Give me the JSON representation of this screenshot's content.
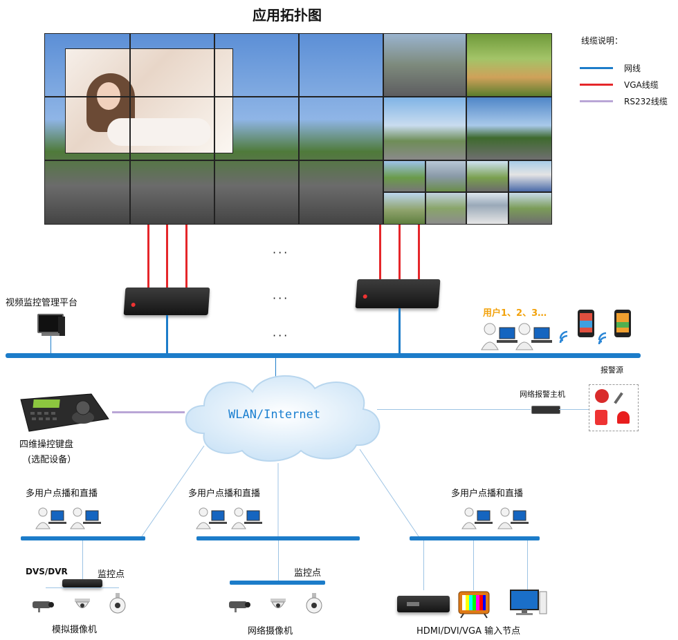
{
  "title": "应用拓扑图",
  "legend": {
    "heading": "线缆说明：",
    "items": [
      {
        "label": "网线",
        "color": "#1c7cc9"
      },
      {
        "label": "VGA线缆",
        "color": "#e5262a"
      },
      {
        "label": "RS232线缆",
        "color": "#b9a6d6"
      }
    ]
  },
  "platform_label": "视频监控管理平台",
  "users_label": "用户1、2、3…",
  "alarm_source_label": "报警源",
  "alarm_host_label": "网络报警主机",
  "cloud_label": "WLAN/Internet",
  "keyboard_label_1": "四维操控键盘",
  "keyboard_label_2": "(选配设备）",
  "groups": [
    {
      "header": "多用户点播和直播",
      "device_label": "DVS/DVR",
      "point_label": "监控点",
      "camera_label": "模拟摄像机"
    },
    {
      "header": "多用户点播和直播",
      "point_label": "监控点",
      "camera_label": "网络摄像机"
    },
    {
      "header": "多用户点播和直播",
      "node_label": "HDMI/DVI/VGA 输入节点"
    }
  ],
  "ellipsis": "···",
  "icons": [
    "monitor-icon",
    "decoder-box-icon",
    "user-laptop-icon",
    "smartphone-icon",
    "wifi-icon",
    "cloud-icon",
    "keyboard-controller-icon",
    "dvr-icon",
    "bullet-camera-icon",
    "dome-camera-icon",
    "ptz-camera-icon",
    "tv-icon",
    "alarm-bell-icon",
    "siren-icon"
  ]
}
